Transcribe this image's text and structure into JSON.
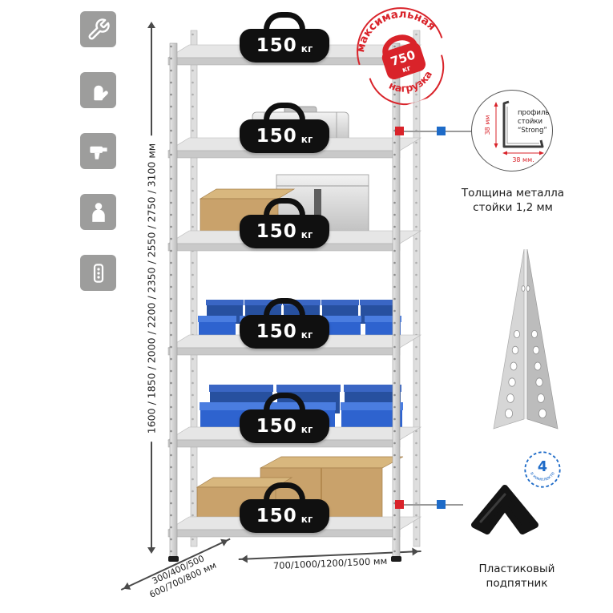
{
  "icons": {
    "left_column": [
      {
        "name": "wrench-icon"
      },
      {
        "name": "gloves-icon"
      },
      {
        "name": "drill-icon"
      },
      {
        "name": "person-icon"
      },
      {
        "name": "perforated-profile-icon"
      }
    ]
  },
  "height_dimension": {
    "label": "1600 / 1850 / 2000 / 2200 / 2350 / 2550 / 2750 / 3100 мм"
  },
  "shelves": [
    {
      "load_value": "150",
      "load_unit": "кг"
    },
    {
      "load_value": "150",
      "load_unit": "кг"
    },
    {
      "load_value": "150",
      "load_unit": "кг"
    },
    {
      "load_value": "150",
      "load_unit": "кг"
    },
    {
      "load_value": "150",
      "load_unit": "кг"
    },
    {
      "load_value": "150",
      "load_unit": "кг"
    }
  ],
  "max_load_stamp": {
    "arc_top": "максимальная",
    "arc_bottom": "нагрузка",
    "value": "750",
    "unit": "кг"
  },
  "profile_callout": {
    "dim_vertical": "38 мм",
    "dim_horizontal": "38 мм.",
    "label_line1": "профиль",
    "label_line2": "стойки",
    "label_line3": "“Strong”",
    "caption_line1": "Толщина металла",
    "caption_line2": "стойки 1,2 мм"
  },
  "foot_callout": {
    "badge_value": "4",
    "badge_label": "в комплекте",
    "caption_line1": "Пластиковый",
    "caption_line2": "подпятник"
  },
  "depth_dimension": {
    "line1": "300/400/500",
    "line2": "600/700/800 мм"
  },
  "width_dimension": {
    "label": "700/1000/1200/1500 мм"
  },
  "colors": {
    "accent_red": "#d9232a",
    "accent_blue": "#1e6bc8",
    "icon_gray": "#9d9d9c",
    "bin_blue": "#2e63cf",
    "cardboard": "#c9a26b",
    "metal_light": "#d9d9d9"
  }
}
